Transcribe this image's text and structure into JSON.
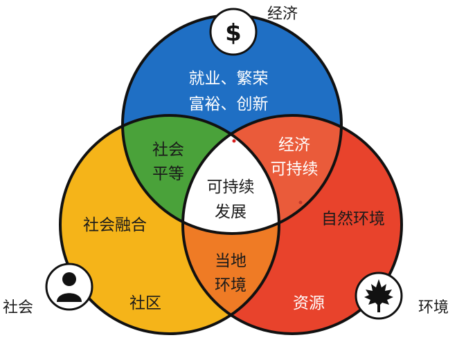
{
  "colors": {
    "economy": "#1f6fc4",
    "society": "#f5b419",
    "environment": "#e8432c",
    "social_equity": "#4aa23a",
    "economic_sustainability": "#ea5b3a",
    "local_environment": "#ef7b25",
    "sustainable_development": "#ffffff",
    "outline": "#111111"
  },
  "external_labels": {
    "economy": "经济",
    "society": "社会",
    "environment": "环境"
  },
  "icons": {
    "economy": "dollar-icon",
    "economy_glyph": "$",
    "society": "person-icon",
    "environment": "maple-leaf-icon"
  },
  "circles": {
    "economy": [
      "就业、繁荣",
      "富裕、创新"
    ],
    "society": [
      "社会融合",
      "社区"
    ],
    "environment": [
      "自然环境",
      "资源"
    ]
  },
  "overlaps": {
    "social_equity": [
      "社会",
      "平等"
    ],
    "economic_sustainability": [
      "经济",
      "可持续"
    ],
    "local_environment": [
      "当地",
      "环境"
    ],
    "sustainable_development": [
      "可持续",
      "发展"
    ]
  }
}
